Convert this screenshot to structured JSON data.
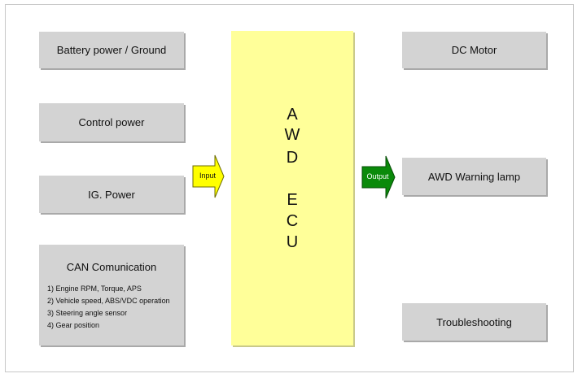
{
  "inputs": {
    "battery": "Battery power / Ground",
    "control": "Control power",
    "ig": "IG. Power",
    "can": {
      "title": "CAN Comunication",
      "items": [
        "1) Engine RPM, Torque, APS",
        "2) Vehicle speed, ABS/VDC operation",
        "3) Steering angle sensor",
        "4) Gear position"
      ]
    }
  },
  "ecu": {
    "letters": [
      "A",
      "W",
      "D",
      "E",
      "C",
      "U"
    ]
  },
  "arrows": {
    "input_label": "Input",
    "output_label": "Output",
    "input_color": "#ffff00",
    "output_color": "#0a8a0a"
  },
  "outputs": {
    "dc_motor": "DC Motor",
    "warning_lamp": "AWD Warning lamp",
    "troubleshooting": "Troubleshooting"
  },
  "colors": {
    "box": "#d3d3d3",
    "ecu": "#ffff99"
  }
}
